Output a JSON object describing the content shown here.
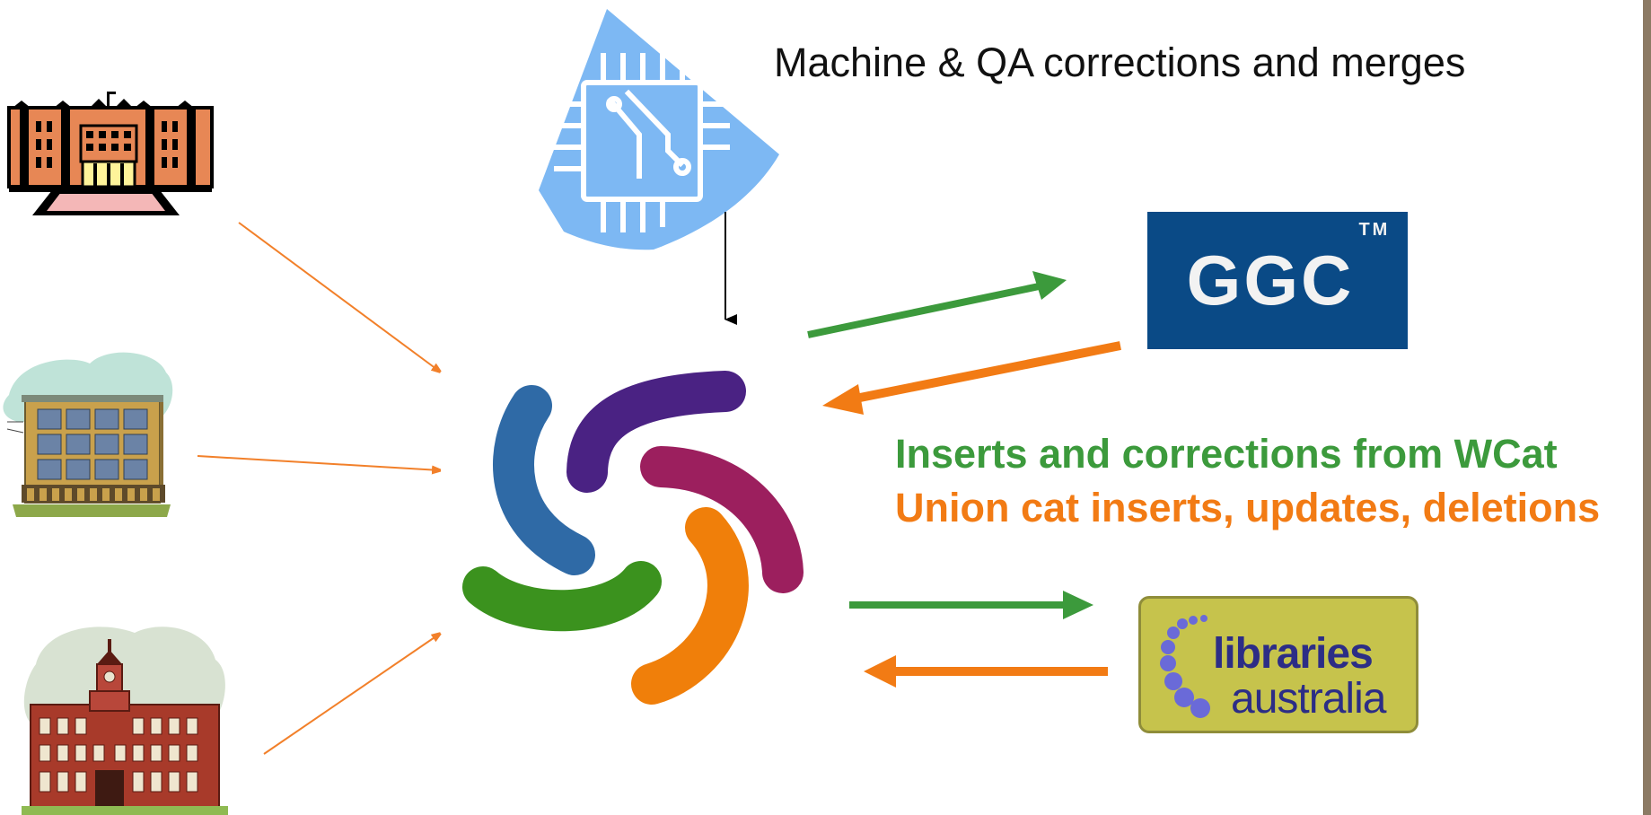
{
  "caption_top": "Machine & QA corrections and merges",
  "caption_wcat": "Inserts and corrections from WCat",
  "caption_union": "Union cat inserts, updates, deletions",
  "ggc_logo": {
    "text": "GGC",
    "mark": "TM"
  },
  "la_logo": {
    "line1": "libraries",
    "line2": "australia"
  },
  "colors": {
    "green": "#3c9a3c",
    "orange": "#f27b14",
    "thin_orange": "#f2802a",
    "ggc_bg": "#0a4a86",
    "la_bg": "#c6c34c",
    "chip_blue": "#7ab4f2",
    "swirl_blue": "#2f6aa6",
    "swirl_purple": "#4a2283",
    "swirl_magenta": "#9c1f5e",
    "swirl_orange": "#f07f0a",
    "swirl_green": "#3b921e"
  },
  "icons": {
    "library_top": "library-building-icon",
    "library_mid": "office-building-icon",
    "library_bottom": "town-hall-building-icon",
    "machine": "circuit-chip-icon",
    "hub": "worldcat-swirl-logo"
  }
}
